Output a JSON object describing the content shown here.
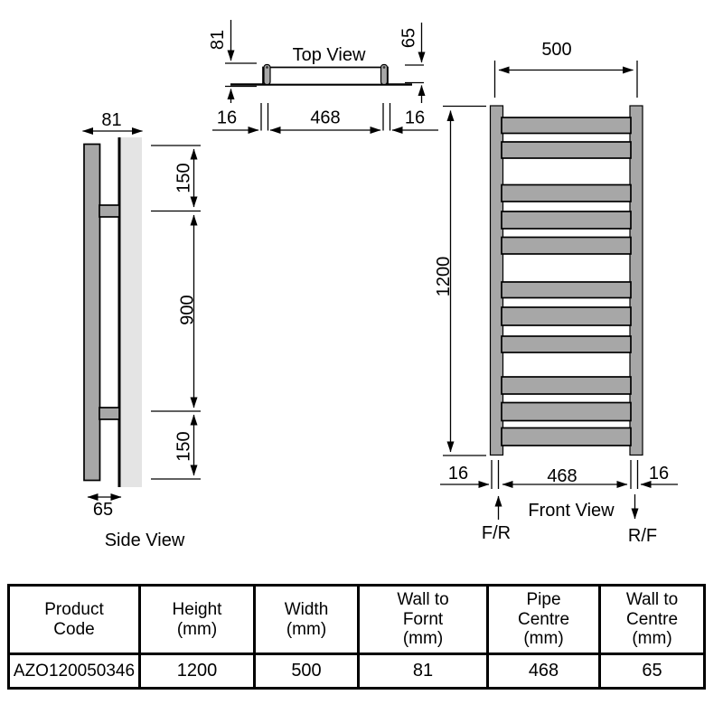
{
  "colors": {
    "metal": "#a7a7a7",
    "wall": "#e4e4e4",
    "line": "#000000",
    "bar_face": "#ffffff",
    "background": "#ffffff"
  },
  "views": {
    "top": {
      "label": "Top View",
      "dim_wall_to_front": "81",
      "dim_wall_to_centre": "65",
      "dim_left_offset": "16",
      "dim_pipe_centre": "468",
      "dim_right_offset": "16"
    },
    "side": {
      "label": "Side View",
      "dim_depth": "81",
      "dim_top_spacing": "150",
      "dim_mid_spacing": "900",
      "dim_bottom_spacing": "150",
      "dim_wall_to_centre": "65"
    },
    "front": {
      "label": "Front View",
      "dim_width": "500",
      "dim_height": "1200",
      "dim_left_offset": "16",
      "dim_pipe_centre": "468",
      "dim_right_offset": "16",
      "pipe_label_left": "F/R",
      "pipe_label_right": "R/F"
    }
  },
  "table": {
    "headers": [
      "Product\nCode",
      "Height\n(mm)",
      "Width\n(mm)",
      "Wall to\nFornt\n(mm)",
      "Pipe\nCentre\n(mm)",
      "Wall to\nCentre\n(mm)"
    ],
    "row": [
      "AZO120050346",
      "1200",
      "500",
      "81",
      "468",
      "65"
    ]
  }
}
